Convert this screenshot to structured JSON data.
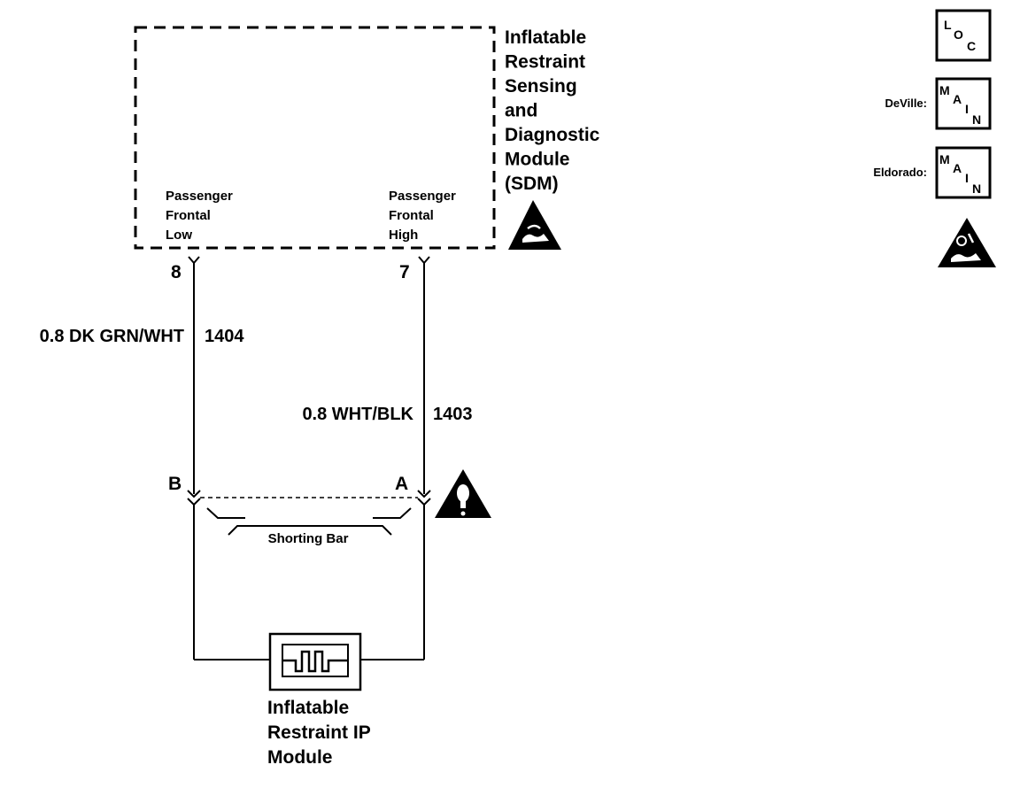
{
  "sdm": {
    "title_lines": [
      "Inflatable",
      "Restraint",
      "Sensing",
      "and",
      "Diagnostic",
      "Module",
      "(SDM)"
    ],
    "pin_low": {
      "label_lines": [
        "Passenger",
        "Frontal",
        "Low"
      ],
      "pin": "8"
    },
    "pin_high": {
      "label_lines": [
        "Passenger",
        "Frontal",
        "High"
      ],
      "pin": "7"
    }
  },
  "wires": [
    {
      "gauge_color": "0.8 DK GRN/WHT",
      "circuit": "1404"
    },
    {
      "gauge_color": "0.8 WHT/BLK",
      "circuit": "1403"
    }
  ],
  "connector": {
    "pin_b": "B",
    "pin_a": "A",
    "shorting_bar_label": "Shorting Bar"
  },
  "module": {
    "label_lines": [
      "Inflatable",
      "Restraint IP",
      "Module"
    ]
  },
  "legend": {
    "loc_letters": [
      "L",
      "O",
      "C"
    ],
    "deville_label": "DeVille:",
    "eldorado_label": "Eldorado:",
    "main_letters": [
      "M",
      "A",
      "I",
      "N"
    ]
  },
  "colors": {
    "ink": "#000000",
    "paper": "#ffffff"
  }
}
